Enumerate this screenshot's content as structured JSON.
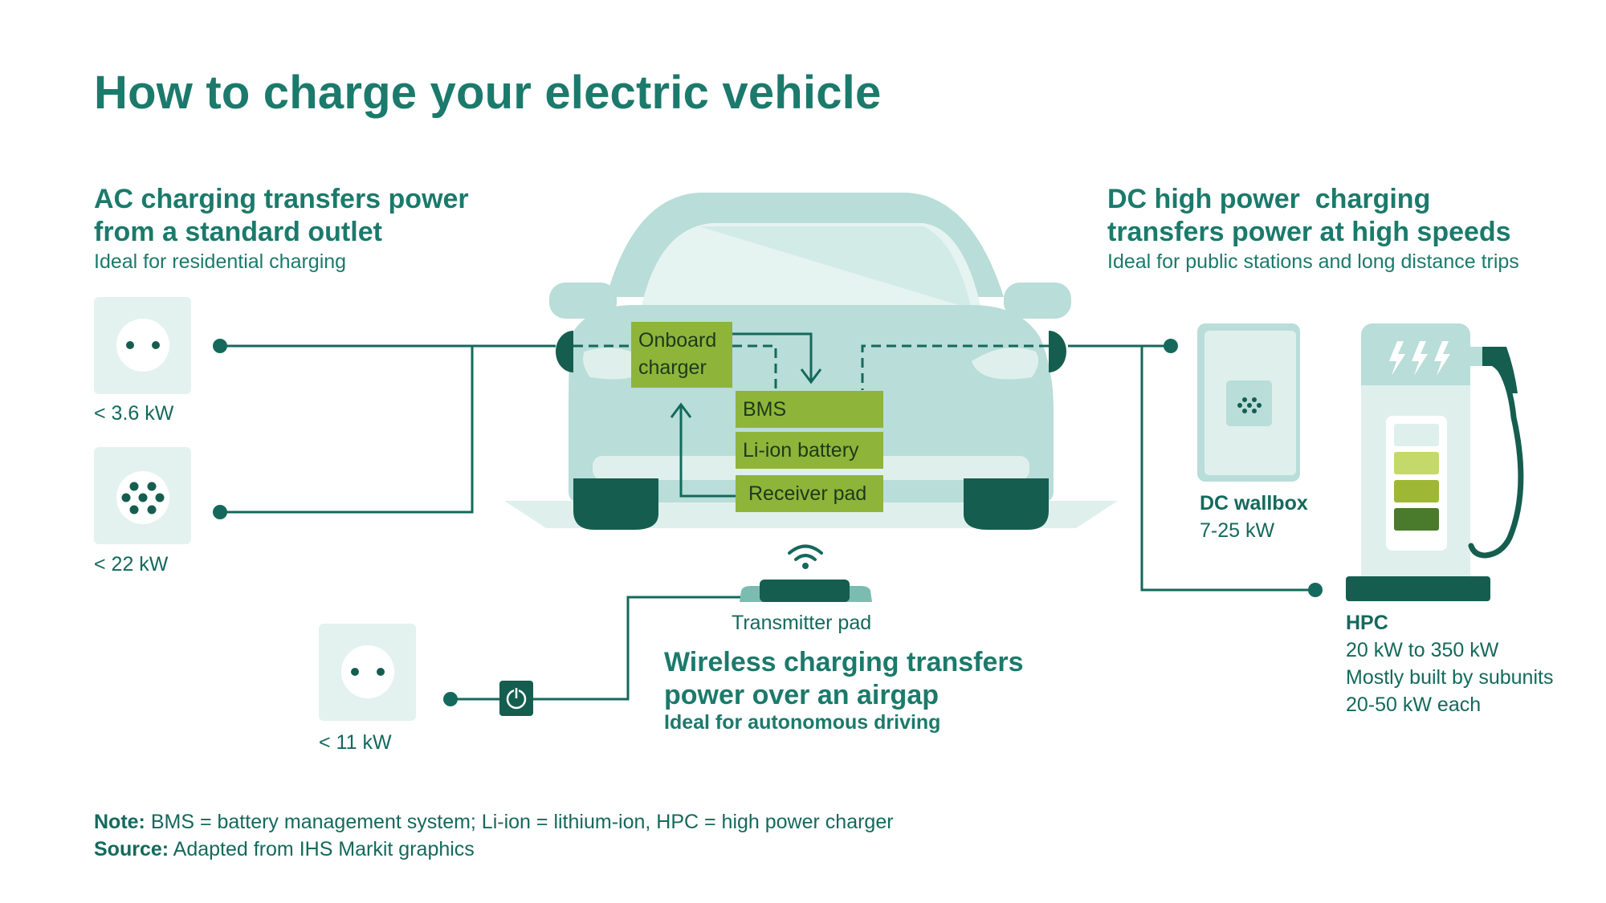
{
  "title": "How to charge your electric vehicle",
  "ac": {
    "heading_line1": "AC charging transfers power",
    "heading_line2": "from a standard outlet",
    "subtitle": "Ideal for residential charging",
    "outlets": [
      {
        "label": "< 3.6 kW",
        "icon": "two-pin-socket-icon"
      },
      {
        "label": "< 22 kW",
        "icon": "seven-pin-socket-icon"
      }
    ]
  },
  "dc": {
    "heading_line1": "DC high power  charging",
    "heading_line2": "transfers power at high speeds",
    "subtitle": "Ideal for public stations and long distance trips",
    "wallbox": {
      "name": "DC wallbox",
      "range": "7-25 kW"
    },
    "hpc": {
      "name": "HPC",
      "range": "20 kW to 350 kW",
      "detail1": "Mostly built by subunits",
      "detail2": "20-50 kW each"
    }
  },
  "vehicle": {
    "components": {
      "onboard_charger_line1": "Onboard",
      "onboard_charger_line2": "charger",
      "bms": "BMS",
      "battery": "Li-ion battery",
      "receiver_pad": "Receiver pad"
    }
  },
  "wireless": {
    "transmitter_label": "Transmitter pad",
    "heading_line1": "Wireless charging transfers",
    "heading_line2": "power over an airgap",
    "subtitle": "Ideal for autonomous driving",
    "outlet_label": "< 11 kW"
  },
  "note": {
    "prefix": "Note:",
    "text": " BMS = battery management system; Li-ion = lithium-ion, HPC = high power charger"
  },
  "source": {
    "prefix": "Source:",
    "text": " Adapted from IHS Markit graphics"
  },
  "colors": {
    "teal_dark": "#14695c",
    "teal_title": "#1b7a6b",
    "car_body": "#b9ddd8",
    "car_light": "#dff0ec",
    "tire": "#155e4f",
    "box_green": "#8fb43a",
    "socket_bg": "#e3f2ef",
    "battery_levels": [
      "#dff0ec",
      "#c5d96a",
      "#9eb735",
      "#4a7a2c"
    ]
  }
}
